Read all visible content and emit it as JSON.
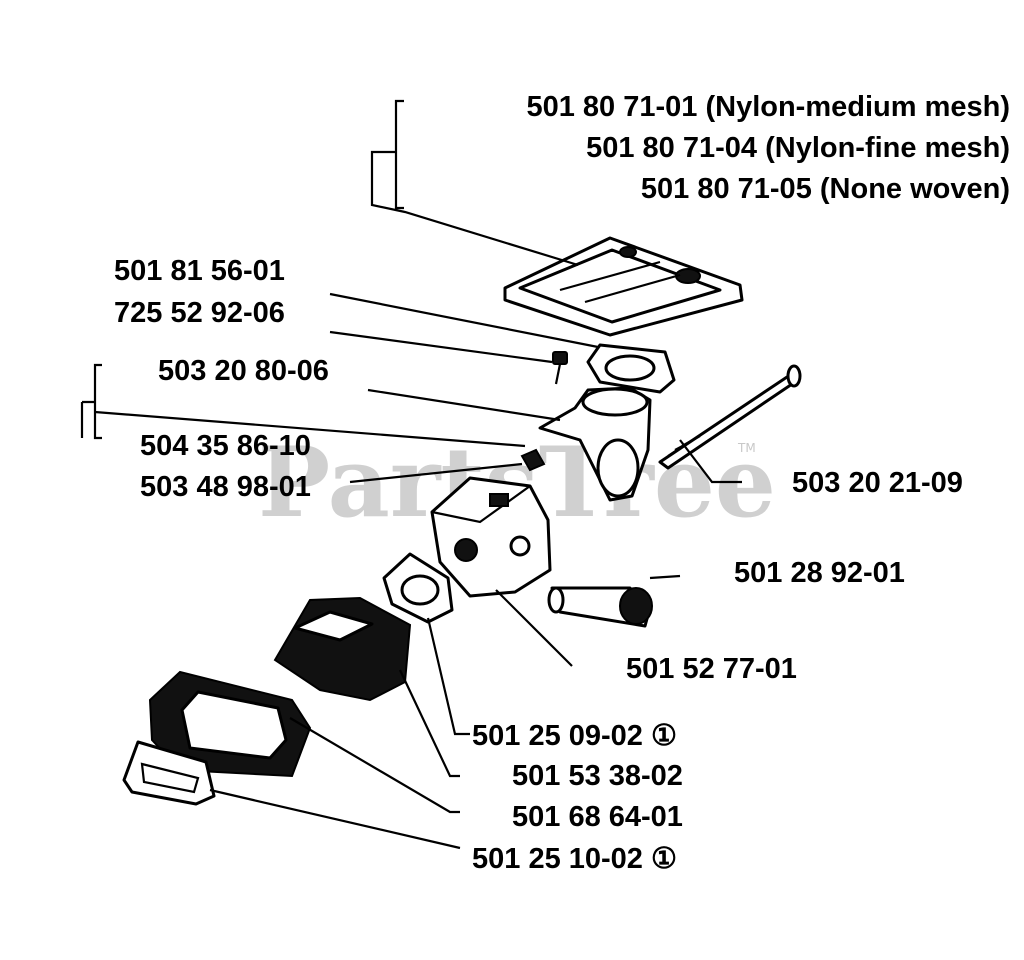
{
  "watermark": "PartsTree",
  "trademark": "TM",
  "labels": {
    "filter_medium": "501 80 71-01 (Nylon-medium mesh)",
    "filter_fine": "501 80 71-04 (Nylon-fine mesh)",
    "filter_nonwoven": "501 80 71-05 (None woven)",
    "p_501_81_56_01": "501 81 56-01",
    "p_725_52_92_06": "725 52 92-06",
    "p_503_20_80_06": "503 20 80-06",
    "p_504_35_86_10": "504 35 86-10",
    "p_503_48_98_01": "503 48 98-01",
    "p_503_20_21_09": "503 20 21-09",
    "p_501_28_92_01": "501 28 92-01",
    "p_501_52_77_01": "501 52 77-01",
    "p_501_25_09_02": "501 25 09-02 ①",
    "p_501_53_38_02": "501 53 38-02",
    "p_501_68_64_01": "501 68 64-01",
    "p_501_25_10_02": "501 25 10-02 ①"
  }
}
